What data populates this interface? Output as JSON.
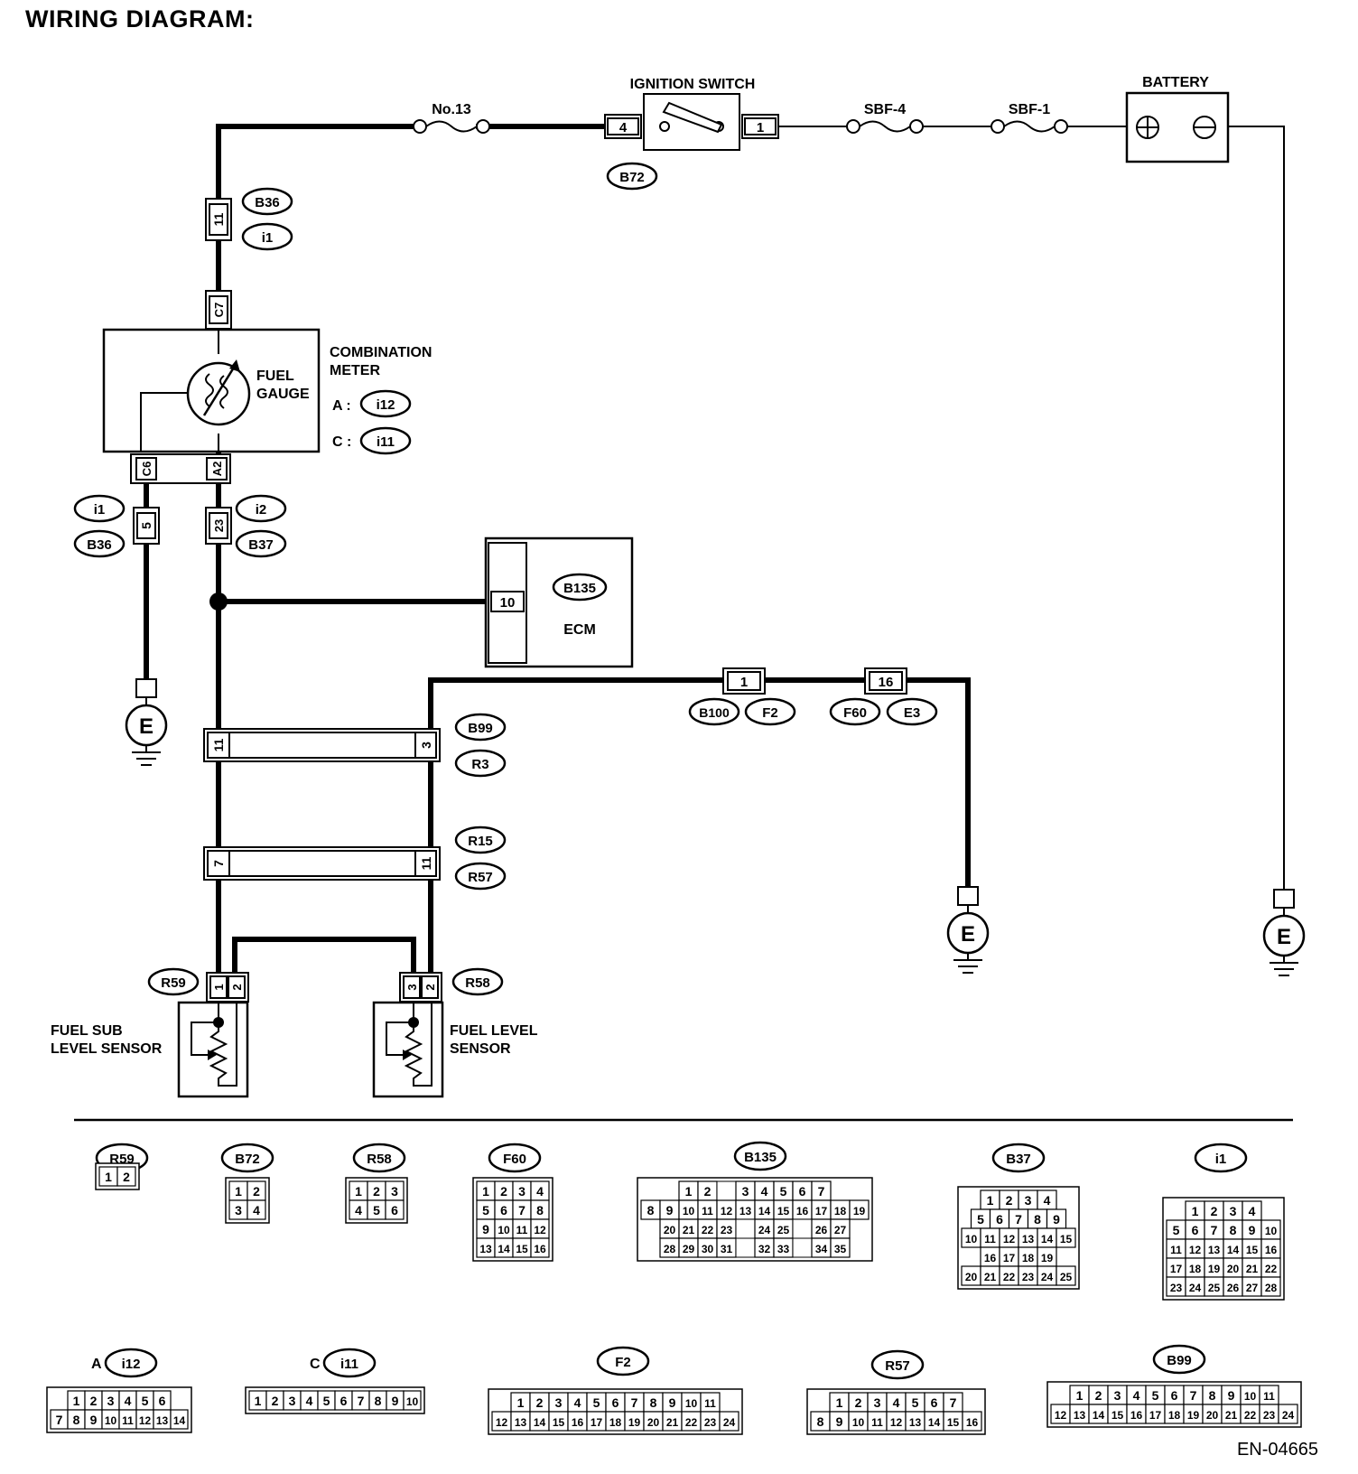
{
  "title": "WIRING DIAGRAM:",
  "doc_id": "EN-04665",
  "components": {
    "ignition_switch": "IGNITION SWITCH",
    "battery": "BATTERY",
    "fuse_no13": "No.13",
    "sbf4": "SBF-4",
    "sbf1": "SBF-1",
    "combination_meter_line1": "COMBINATION",
    "combination_meter_line2": "METER",
    "fuel_gauge_line1": "FUEL",
    "fuel_gauge_line2": "GAUGE",
    "meter_a_label": "A :",
    "meter_c_label": "C :",
    "ecm": "ECM",
    "fuel_sub_line1": "FUEL SUB",
    "fuel_sub_line2": "LEVEL SENSOR",
    "fuel_level_line1": "FUEL LEVEL",
    "fuel_level_line2": "SENSOR",
    "ground": "E"
  },
  "connectors": {
    "b72": "B72",
    "b36": "B36",
    "i1": "i1",
    "i2": "i2",
    "b37": "B37",
    "i12": "i12",
    "i11": "i11",
    "b135": "B135",
    "b100": "B100",
    "f2": "F2",
    "f60": "F60",
    "e3": "E3",
    "b99": "B99",
    "r3": "R3",
    "r15": "R15",
    "r57": "R57",
    "r59": "R59",
    "r58": "R58"
  },
  "pins": {
    "sw_in": "4",
    "sw_out": "1",
    "b36_pin": "11",
    "c7": "C7",
    "c6": "C6",
    "a2": "A2",
    "pin5": "5",
    "pin23": "23",
    "ecm_pin": "10",
    "b100_pin": "1",
    "f60_pin": "16",
    "b99_left": "11",
    "b99_right": "3",
    "r15_left": "7",
    "r15_right": "11",
    "r59_1": "1",
    "r59_2": "2",
    "r58_3": "3",
    "r58_2": "2"
  },
  "legend": [
    {
      "label": "R59",
      "rows": [
        [
          "1",
          "2"
        ]
      ]
    },
    {
      "label": "B72",
      "rows": [
        [
          "1",
          "2"
        ],
        [
          "3",
          "4"
        ]
      ]
    },
    {
      "label": "R58",
      "rows": [
        [
          "1",
          "2",
          "3"
        ],
        [
          "4",
          "5",
          "6"
        ]
      ]
    },
    {
      "label": "F60",
      "rows": [
        [
          "1",
          "2",
          "3",
          "4"
        ],
        [
          "5",
          "6",
          "7",
          "8"
        ],
        [
          "9",
          "10",
          "11",
          "12"
        ],
        [
          "13",
          "14",
          "15",
          "16"
        ]
      ]
    },
    {
      "label": "B135",
      "rows": [
        [
          "1",
          "2",
          "",
          "3",
          "4",
          "5",
          "6",
          "7"
        ],
        [
          "8",
          "9",
          "10",
          "11",
          "12",
          "13",
          "14",
          "15",
          "16",
          "17",
          "18",
          "19"
        ],
        [
          "20",
          "21",
          "22",
          "23",
          "",
          "24",
          "25",
          "",
          "26",
          "27"
        ],
        [
          "28",
          "29",
          "30",
          "31",
          "",
          "32",
          "33",
          "",
          "34",
          "35"
        ]
      ]
    },
    {
      "label": "B37",
      "rows": [
        [
          "1",
          "2",
          "3",
          "4"
        ],
        [
          "5",
          "6",
          "7",
          "8",
          "9"
        ],
        [
          "10",
          "11",
          "12",
          "13",
          "14",
          "15"
        ],
        [
          "16",
          "17",
          "18",
          "19"
        ],
        [
          "20",
          "21",
          "22",
          "23",
          "24",
          "25"
        ]
      ]
    },
    {
      "label": "i1",
      "rows": [
        [
          "1",
          "2",
          "3",
          "4"
        ],
        [
          "5",
          "6",
          "7",
          "8",
          "9",
          "10"
        ],
        [
          "11",
          "12",
          "13",
          "14",
          "15",
          "16"
        ],
        [
          "17",
          "18",
          "19",
          "20",
          "21",
          "22"
        ],
        [
          "23",
          "24",
          "25",
          "26",
          "27",
          "28"
        ]
      ]
    },
    {
      "label": "i12",
      "prefix": "A :",
      "rows": [
        [
          "1",
          "2",
          "3",
          "4",
          "5",
          "6"
        ],
        [
          "7",
          "8",
          "9",
          "10",
          "11",
          "12",
          "13",
          "14"
        ]
      ]
    },
    {
      "label": "i11",
      "prefix": "C :",
      "rows": [
        [
          "1",
          "2",
          "3",
          "4",
          "5",
          "6",
          "7",
          "8",
          "9",
          "10"
        ]
      ]
    },
    {
      "label": "F2",
      "rows": [
        [
          "1",
          "2",
          "3",
          "4",
          "5",
          "6",
          "7",
          "8",
          "9",
          "10",
          "11"
        ],
        [
          "12",
          "13",
          "14",
          "15",
          "16",
          "17",
          "18",
          "19",
          "20",
          "21",
          "22",
          "23",
          "24"
        ]
      ]
    },
    {
      "label": "R57",
      "rows": [
        [
          "1",
          "2",
          "3",
          "4",
          "5",
          "6",
          "7"
        ],
        [
          "8",
          "9",
          "10",
          "11",
          "12",
          "13",
          "14",
          "15",
          "16"
        ]
      ]
    },
    {
      "label": "B99",
      "rows": [
        [
          "1",
          "2",
          "3",
          "4",
          "5",
          "6",
          "7",
          "8",
          "9",
          "10",
          "11"
        ],
        [
          "12",
          "13",
          "14",
          "15",
          "16",
          "17",
          "18",
          "19",
          "20",
          "21",
          "22",
          "23",
          "24"
        ]
      ]
    }
  ]
}
